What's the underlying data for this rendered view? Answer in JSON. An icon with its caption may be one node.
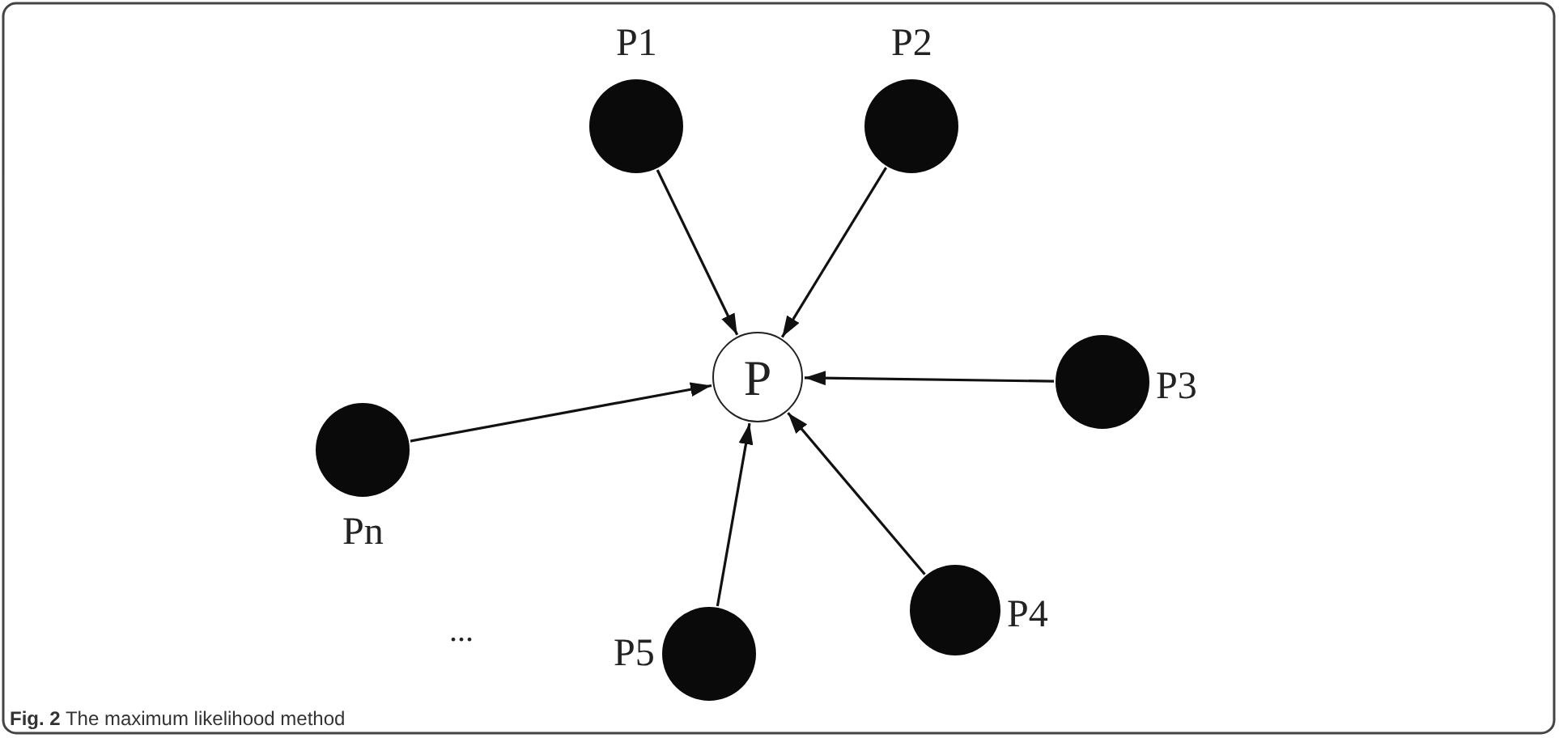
{
  "diagram": {
    "caption": "**Fig. 2** The maximum likelihood method",
    "nodes": [
      {
        "text": [
          "P1"
        ]
      },
      {
        "text": [
          "P2"
        ]
      },
      {
        "text": [
          "P"
        ]
      },
      {
        "text": [
          "P3"
        ]
      },
      {
        "text": [
          "Pn"
        ]
      },
      {
        "text": [
          "P4"
        ]
      },
      {
        "text": [
          "P5"
        ]
      }
    ],
    "edges": [
      {
        "from": 0,
        "to": 2,
        "arrow": "to"
      },
      {
        "from": 1,
        "to": 2,
        "arrow": "to"
      },
      {
        "from": 3,
        "to": 2,
        "arrow": "to"
      },
      {
        "from": 4,
        "to": 2,
        "arrow": "to"
      },
      {
        "from": 5,
        "to": 2,
        "arrow": "to"
      },
      {
        "from": 6,
        "to": 2,
        "arrow": "to"
      }
    ],
    "labels": [
      "..."
    ]
  }
}
